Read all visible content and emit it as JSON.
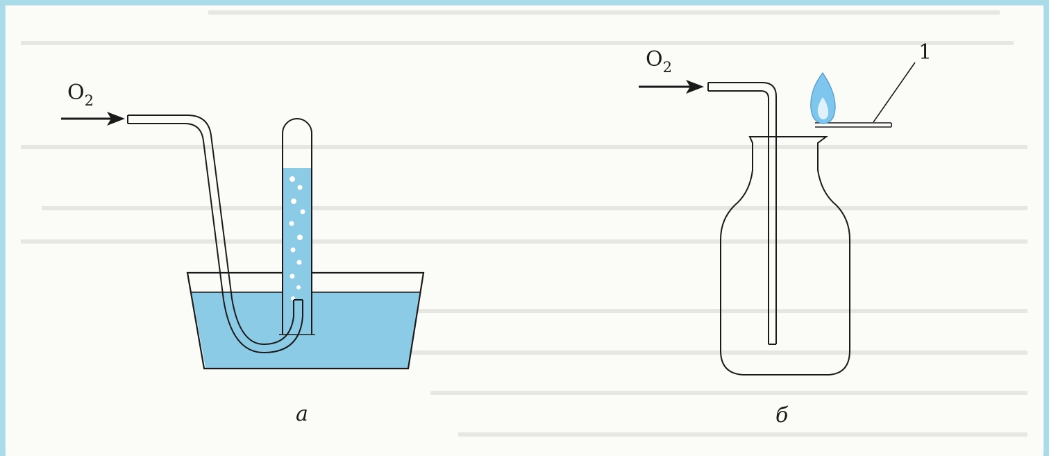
{
  "figure_a": {
    "gas_label": "O",
    "gas_subscript": "2",
    "caption": "а"
  },
  "figure_b": {
    "gas_label": "O",
    "gas_subscript": "2",
    "callout": "1",
    "caption": "б"
  },
  "colors": {
    "water": "#8ccbe6",
    "water_dark": "#6fb9dc",
    "line": "#1a1a1a",
    "flame": "#7fc6ee",
    "background": "#fbfbf8",
    "frame": "#bfe3ec"
  }
}
